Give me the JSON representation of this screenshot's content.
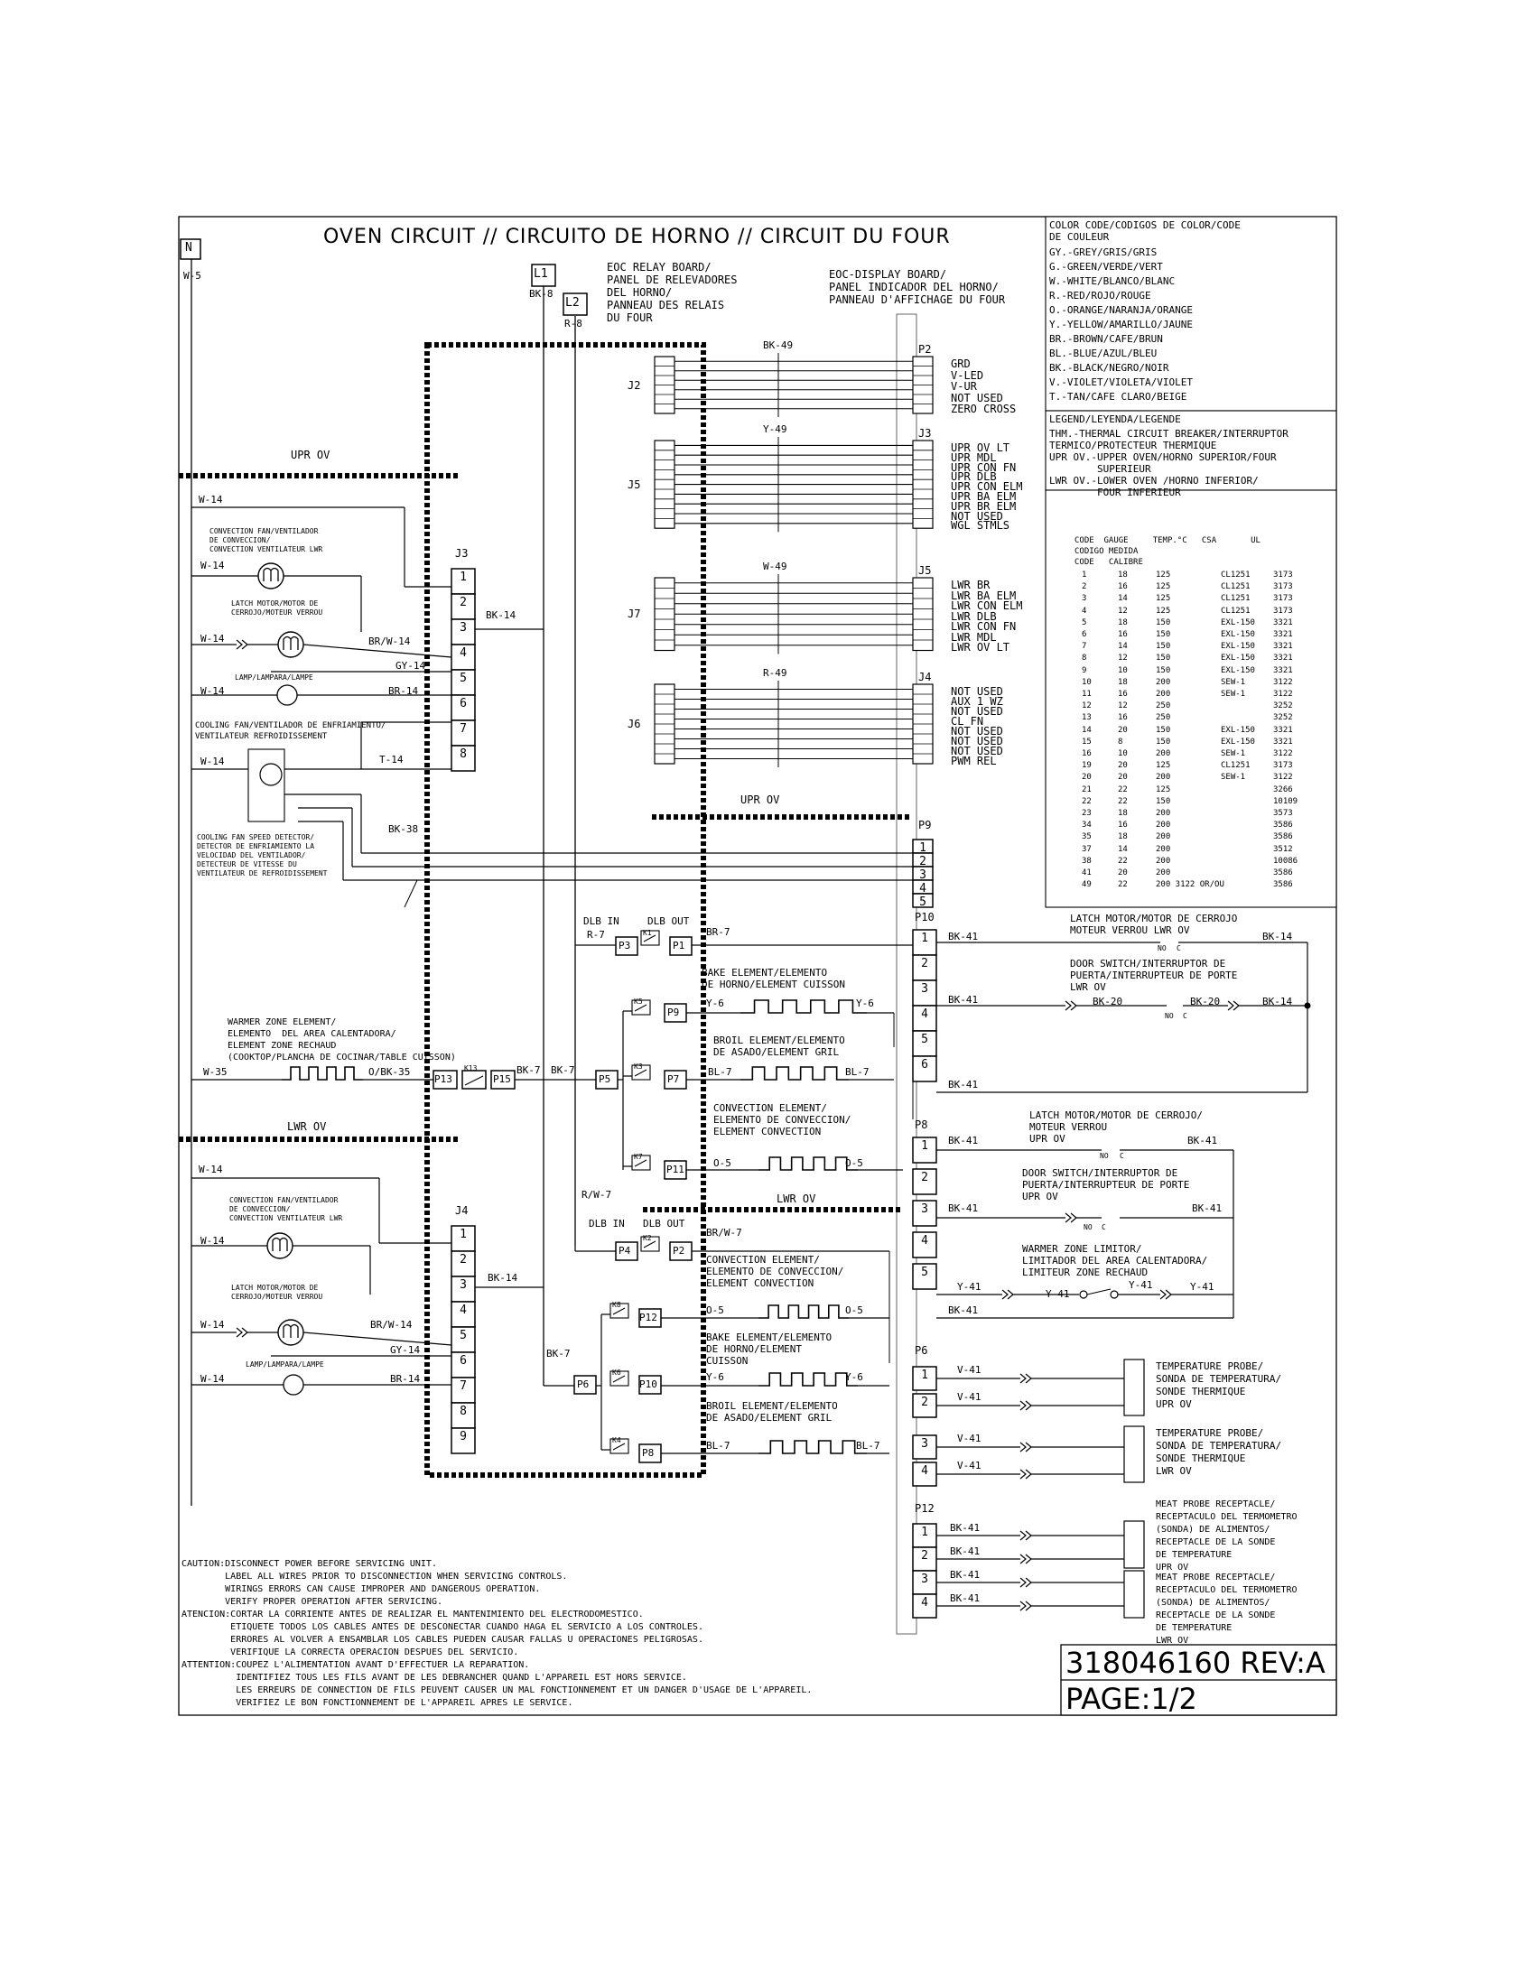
{
  "title": "OVEN CIRCUIT // CIRCUITO DE HORNO // CIRCUIT DU FOUR",
  "terminals": {
    "n": "N",
    "n_wire": "W-5",
    "l1": "L1",
    "l1_wire": "BK-8",
    "l2": "L2",
    "l2_wire": "R-8"
  },
  "boards": {
    "relay": [
      "EOC RELAY BOARD/",
      "PANEL DE RELEVADORES",
      "DEL HORNO/",
      "PANNEAU DES RELAIS",
      "DU FOUR"
    ],
    "display": [
      "EOC-DISPLAY BOARD/",
      "PANEL INDICADOR DEL HORNO/",
      "PANNEAU D'AFFICHAGE DU FOUR"
    ]
  },
  "color_code": {
    "header": [
      "COLOR CODE/CODIGOS DE COLOR/CODE",
      "DE COULEUR"
    ],
    "items": [
      "GY.-GREY/GRIS/GRIS",
      "G.-GREEN/VERDE/VERT",
      "W.-WHITE/BLANCO/BLANC",
      "R.-RED/ROJO/ROUGE",
      "O.-ORANGE/NARANJA/ORANGE",
      "Y.-YELLOW/AMARILLO/JAUNE",
      "BR.-BROWN/CAFE/BRUN",
      "BL.-BLUE/AZUL/BLEU",
      "BK.-BLACK/NEGRO/NOIR",
      "V.-VIOLET/VIOLETA/VIOLET",
      "T.-TAN/CAFE CLARO/BEIGE"
    ]
  },
  "legend": {
    "header": "LEGEND/LEYENDA/LEGENDE",
    "items": [
      "THM.-THERMAL CIRCUIT BREAKER/INTERRUPTOR",
      "TERMICO/PROTECTEUR THERMIQUE",
      "UPR OV.-UPPER OVEN/HORNO SUPERIOR/FOUR",
      "        SUPERIEUR",
      "LWR OV.-LOWER OVEN /HORNO INFERIOR/",
      "        FOUR INFERIEUR"
    ]
  },
  "gauge_table": {
    "header": [
      "CODE  GAUGE     TEMP.°C   CSA       UL",
      "CODIGO MEDIDA",
      "CODE   CALIBRE"
    ],
    "rows": [
      [
        "1",
        "18",
        "125",
        "CL1251",
        "3173"
      ],
      [
        "2",
        "16",
        "125",
        "CL1251",
        "3173"
      ],
      [
        "3",
        "14",
        "125",
        "CL1251",
        "3173"
      ],
      [
        "4",
        "12",
        "125",
        "CL1251",
        "3173"
      ],
      [
        "5",
        "18",
        "150",
        "EXL-150",
        "3321"
      ],
      [
        "6",
        "16",
        "150",
        "EXL-150",
        "3321"
      ],
      [
        "7",
        "14",
        "150",
        "EXL-150",
        "3321"
      ],
      [
        "8",
        "12",
        "150",
        "EXL-150",
        "3321"
      ],
      [
        "9",
        "10",
        "150",
        "EXL-150",
        "3321"
      ],
      [
        "10",
        "18",
        "200",
        "SEW-1",
        "3122"
      ],
      [
        "11",
        "16",
        "200",
        "SEW-1",
        "3122"
      ],
      [
        "12",
        "12",
        "250",
        "",
        "3252"
      ],
      [
        "13",
        "16",
        "250",
        "",
        "3252"
      ],
      [
        "14",
        "20",
        "150",
        "EXL-150",
        "3321"
      ],
      [
        "15",
        "8",
        "150",
        "EXL-150",
        "3321"
      ],
      [
        "16",
        "10",
        "200",
        "SEW-1",
        "3122"
      ],
      [
        "19",
        "20",
        "125",
        "CL1251",
        "3173"
      ],
      [
        "20",
        "20",
        "200",
        "SEW-1",
        "3122"
      ],
      [
        "21",
        "22",
        "125",
        "",
        "3266"
      ],
      [
        "22",
        "22",
        "150",
        "",
        "10109"
      ],
      [
        "23",
        "18",
        "200",
        "",
        "3573"
      ],
      [
        "34",
        "16",
        "200",
        "",
        "3586"
      ],
      [
        "35",
        "18",
        "200",
        "",
        "3586"
      ],
      [
        "37",
        "14",
        "200",
        "",
        "3512"
      ],
      [
        "38",
        "22",
        "200",
        "",
        "10086"
      ],
      [
        "41",
        "20",
        "200",
        "",
        "3586"
      ],
      [
        "49",
        "22",
        "200 3122 OR/OU",
        "",
        "3586"
      ]
    ]
  },
  "sections": {
    "upr_ov": "UPR OV",
    "lwr_ov": "LWR OV"
  },
  "p2": {
    "label": "P2",
    "j": "J2",
    "wire": "BK-49",
    "pins": [
      "GRD",
      "V-LED",
      "V-UR",
      "NOT USED",
      "ZERO CROSS"
    ]
  },
  "j3": {
    "label": "J3",
    "j": "J5",
    "wire": "Y-49",
    "pins": [
      "UPR OV LT",
      "UPR MDL",
      "UPR CON FN",
      "UPR DLB",
      "UPR CON ELM",
      "UPR BA ELM",
      "UPR BR ELM",
      "NOT USED",
      "WGL STMLS"
    ]
  },
  "j5": {
    "label": "J5",
    "j": "J7",
    "wire": "W-49",
    "pins": [
      "LWR BR",
      "LWR BA ELM",
      "LWR CON ELM",
      "LWR DLB",
      "LWR CON FN",
      "LWR MDL",
      "LWR OV LT"
    ]
  },
  "j4": {
    "label": "J4",
    "j": "J6",
    "wire": "R-49",
    "pins": [
      "NOT USED",
      "AUX 1 WZ",
      "NOT USED",
      "CL FN",
      "NOT USED",
      "NOT USED",
      "NOT USED",
      "PWM REL"
    ]
  },
  "left_upper": {
    "conn": "J3",
    "pins": [
      "1",
      "2",
      "3",
      "4",
      "5",
      "6",
      "7",
      "8"
    ],
    "w14": "W-14",
    "bk14": "BK-14",
    "brw14": "BR/W-14",
    "gy14": "GY-14",
    "br14": "BR-14",
    "t14": "T-14",
    "bk38": "BK-38",
    "conv_fan": [
      "CONVECTION FAN/VENTILADOR",
      "DE CONVECCION/",
      "CONVECTION VENTILATEUR LWR"
    ],
    "latch": [
      "LATCH MOTOR/MOTOR DE",
      "CERROJO/MOTEUR VERROU"
    ],
    "lamp": "LAMP/LAMPARA/LAMPE",
    "cooling": [
      "COOLING FAN/VENTILADOR DE ENFRIAMIENTO/",
      "VENTILATEUR REFROIDISSEMENT"
    ],
    "speed": [
      "COOLING FAN SPEED DETECTOR/",
      "DETECTOR DE ENFRIAMIENTO LA",
      "VELOCIDAD DEL VENTILADOR/",
      "DETECTEUR DE VITESSE DU",
      "VENTILATEUR DE REFROIDISSEMENT"
    ]
  },
  "left_lower": {
    "conn": "J4",
    "pins": [
      "1",
      "2",
      "3",
      "4",
      "5",
      "6",
      "7",
      "8",
      "9"
    ],
    "conv_fan": [
      "CONVECTION FAN/VENTILADOR",
      "DE CONVECCION/",
      "CONVECTION VENTILATEUR LWR"
    ],
    "latch": [
      "LATCH MOTOR/MOTOR DE",
      "CERROJO/MOTEUR VERROU"
    ],
    "lamp": "LAMP/LAMPARA/LAMPE"
  },
  "warmer": {
    "label": [
      "WARMER ZONE ELEMENT/",
      "ELEMENTO  DEL AREA CALENTADORA/",
      "ELEMENT ZONE RECHAUD",
      "(COOKTOP/PLANCHA DE COCINAR/TABLE CUISSON)"
    ],
    "w35": "W-35",
    "obk35": "O/BK-35",
    "p13": "P13",
    "k13": "K13",
    "p15": "P15",
    "bk7a": "BK-7",
    "bk7b": "BK-7",
    "p5": "P5"
  },
  "upper_relays": {
    "dlb_in": "DLB IN",
    "dlb_out": "DLB OUT",
    "r7": "R-7",
    "br7": "BR-7",
    "p3": "P3",
    "k1": "K1",
    "p1": "P1",
    "bake": [
      "BAKE ELEMENT/ELEMENTO",
      "DE HORNO/ELEMENT CUISSON"
    ],
    "k5": "K5",
    "p9": "P9",
    "y6a": "Y-6",
    "y6b": "Y-6",
    "broil": [
      "BROIL ELEMENT/ELEMENTO",
      "DE ASADO/ELEMENT GRIL"
    ],
    "k3": "K3",
    "p7": "P7",
    "bl7a": "BL-7",
    "bl7b": "BL-7",
    "conv": [
      "CONVECTION ELEMENT/",
      "ELEMENTO DE CONVECCION/",
      "ELEMENT CONVECTION"
    ],
    "k7": "K7",
    "p11": "P11",
    "o5a": "O-5",
    "o5b": "O-5"
  },
  "lower_relays": {
    "rw7": "R/W-7",
    "dlb_in": "DLB IN",
    "dlb_out": "DLB OUT",
    "p4": "P4",
    "k2": "K2",
    "p2": "P2",
    "brw7": "BR/W-7",
    "conv": [
      "CONVECTION ELEMENT/",
      "ELEMENTO DE CONVECCION/",
      "ELEMENT CONVECTION"
    ],
    "k8": "K8",
    "p12": "P12",
    "o5a": "O-5",
    "o5b": "O-5",
    "bake": [
      "BAKE ELEMENT/ELEMENTO",
      "DE HORNO/ELEMENT",
      "CUISSON"
    ],
    "bk7": "BK-7",
    "p6": "P6",
    "k6": "K6",
    "p10": "P10",
    "y6a": "Y-6",
    "y6b": "Y-6",
    "broil": [
      "BROIL ELEMENT/ELEMENTO",
      "DE ASADO/ELEMENT GRIL"
    ],
    "k4": "K4",
    "p8": "P8",
    "bl7a": "BL-7",
    "bl7b": "BL-7",
    "bk14": "BK 14"
  },
  "p9": {
    "label": "P9",
    "pins": [
      "1",
      "2",
      "3",
      "4",
      "5"
    ]
  },
  "p10": {
    "label": "P10",
    "pins": [
      "1",
      "2",
      "3",
      "4",
      "5",
      "6"
    ],
    "bk41a": "BK-41",
    "bk41b": "BK-41",
    "bk41c": "BK-41",
    "latch": [
      "LATCH MOTOR/MOTOR DE CERROJO",
      "MOTEUR VERROU LWR OV"
    ],
    "bk14a": "BK-14",
    "door": [
      "DOOR SWITCH/INTERRUPTOR DE",
      "PUERTA/INTERRUPTEUR DE PORTE",
      "LWR OV"
    ],
    "bk20a": "BK-20",
    "bk20b": "BK-20",
    "bk14b": "BK-14",
    "no": "NO",
    "c": "C"
  },
  "p8": {
    "label": "P8",
    "pins": [
      "1",
      "2",
      "3",
      "4",
      "5"
    ],
    "bk41a": "BK-41",
    "bk41b": "BK-41",
    "bk41c": "BK-41",
    "bk41d": "BK-41",
    "bk41e": "BK-41",
    "latch": [
      "LATCH MOTOR/MOTOR DE CERROJO/",
      "MOTEUR VERROU",
      "UPR OV"
    ],
    "door": [
      "DOOR SWITCH/INTERRUPTOR DE",
      "PUERTA/INTERRUPTEUR DE PORTE",
      "UPR OV"
    ],
    "warmer": [
      "WARMER ZONE LIMITOR/",
      "LIMITADOR DEL AREA CALENTADORA/",
      "LIMITEUR ZONE RECHAUD"
    ],
    "y41a": "Y-41",
    "y41b": "Y-41",
    "y41c": "Y-41",
    "y41d": "Y-41",
    "no": "NO",
    "c": "C"
  },
  "p6": {
    "label": "P6",
    "pins": [
      "1",
      "2",
      "3",
      "4"
    ],
    "v41": [
      "V-41",
      "V-41",
      "V-41",
      "V-41"
    ],
    "probe_upr": [
      "TEMPERATURE PROBE/",
      "SONDA DE TEMPERATURA/",
      "SONDE THERMIQUE",
      "UPR OV"
    ],
    "probe_lwr": [
      "TEMPERATURE PROBE/",
      "SONDA DE TEMPERATURA/",
      "SONDE THERMIQUE",
      "LWR OV"
    ]
  },
  "p12": {
    "label": "P12",
    "pins": [
      "1",
      "2",
      "3",
      "4"
    ],
    "bk41": [
      "BK-41",
      "BK-41",
      "BK-41",
      "BK-41"
    ],
    "meat_upr": [
      "MEAT PROBE RECEPTACLE/",
      "RECEPTACULO DEL TERMOMETRO",
      "(SONDA) DE ALIMENTOS/",
      "RECEPTACLE DE LA SONDE",
      "DE TEMPERATURE",
      "UPR OV"
    ],
    "meat_lwr": [
      "MEAT PROBE RECEPTACLE/",
      "RECEPTACULO DEL TERMOMETRO",
      "(SONDA) DE ALIMENTOS/",
      "RECEPTACLE DE LA SONDE",
      "DE TEMPERATURE",
      "LWR OV"
    ]
  },
  "caution": [
    "CAUTION:DISCONNECT POWER BEFORE SERVICING UNIT.",
    "        LABEL ALL WIRES PRIOR TO DISCONNECTION WHEN SERVICING CONTROLS.",
    "        WIRINGS ERRORS CAN CAUSE IMPROPER AND DANGEROUS OPERATION.",
    "        VERIFY PROPER OPERATION AFTER SERVICING.",
    "ATENCION:CORTAR LA CORRIENTE ANTES DE REALIZAR EL MANTENIMIENTO DEL ELECTRODOMESTICO.",
    "         ETIQUETE TODOS LOS CABLES ANTES DE DESCONECTAR CUANDO HAGA EL SERVICIO A LOS CONTROLES.",
    "         ERRORES AL VOLVER A ENSAMBLAR LOS CABLES PUEDEN CAUSAR FALLAS U OPERACIONES PELIGROSAS.",
    "         VERIFIQUE LA CORRECTA OPERACION DESPUES DEL SERVICIO.",
    "ATTENTION:COUPEZ L'ALIMENTATION AVANT D'EFFECTUER LA REPARATION.",
    "          IDENTIFIEZ TOUS LES FILS AVANT DE LES DEBRANCHER QUAND L'APPAREIL EST HORS SERVICE.",
    "          LES ERREURS DE CONNECTION DE FILS PEUVENT CAUSER UN MAL FONCTIONNEMENT ET UN DANGER D'USAGE DE L'APPAREIL.",
    "          VERIFIEZ LE BON FONCTIONNEMENT DE L'APPAREIL APRES LE SERVICE."
  ],
  "part": {
    "number": "318046160 REV:A",
    "page": "PAGE:1/2"
  }
}
